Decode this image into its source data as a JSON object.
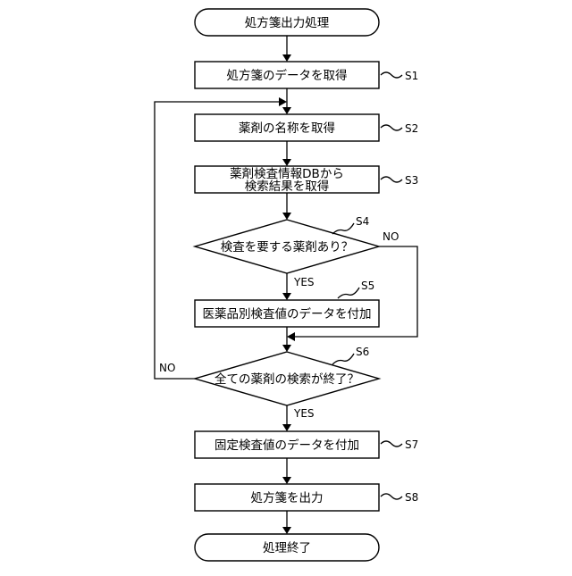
{
  "flow": {
    "start": "処方箋出力処理",
    "s1": "処方箋のデータを取得",
    "s2": "薬剤の名称を取得",
    "s3_line1": "薬剤検査情報DBから",
    "s3_line2": "検索結果を取得",
    "s4": "検査を要する薬剤あり？",
    "s5": "医薬品別検査値のデータを付加",
    "s6": "全ての薬剤の検索が終了？",
    "s7": "固定検査値のデータを付加",
    "s8": "処方箋を出力",
    "end": "処理終了"
  },
  "step_labels": {
    "s1": "S1",
    "s2": "S2",
    "s3": "S3",
    "s4": "S4",
    "s5": "S5",
    "s6": "S6",
    "s7": "S7",
    "s8": "S8"
  },
  "branch_labels": {
    "s4_yes": "YES",
    "s4_no": "NO",
    "s6_yes": "YES",
    "s6_no": "NO"
  }
}
